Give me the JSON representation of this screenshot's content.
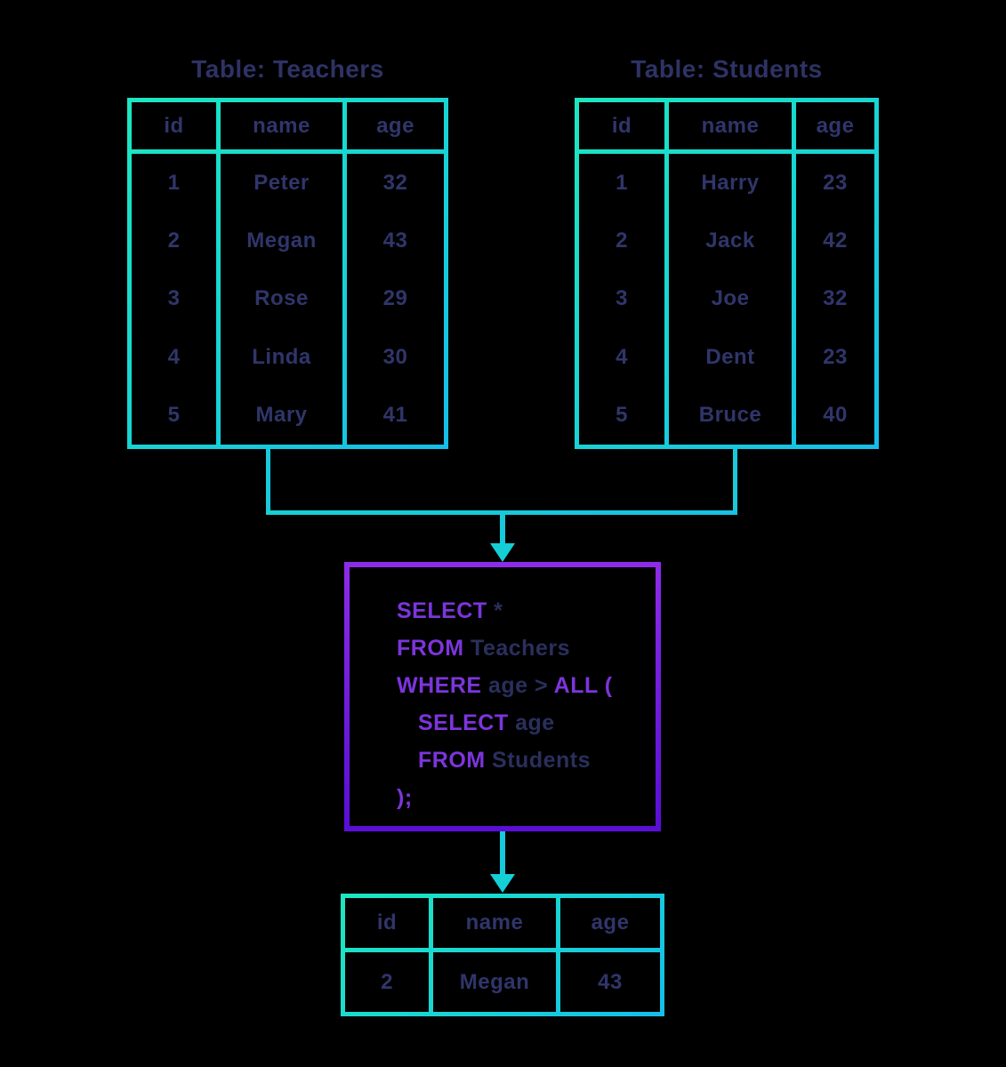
{
  "palette": {
    "background": "#000000",
    "border_teal": "#1BE7C0",
    "border_cyan": "#14BEE9",
    "connector_cyan": "#17C9DC",
    "query_border_purple": "#7B26DF",
    "keyword_purple": "#7C35DC",
    "text_navy": "#30356A"
  },
  "teachers": {
    "title": "Table: Teachers",
    "headers": [
      "id",
      "name",
      "age"
    ],
    "rows": [
      [
        "1",
        "Peter",
        "32"
      ],
      [
        "2",
        "Megan",
        "43"
      ],
      [
        "3",
        "Rose",
        "29"
      ],
      [
        "4",
        "Linda",
        "30"
      ],
      [
        "5",
        "Mary",
        "41"
      ]
    ]
  },
  "students": {
    "title": "Table: Students",
    "headers": [
      "id",
      "name",
      "age"
    ],
    "rows": [
      [
        "1",
        "Harry",
        "23"
      ],
      [
        "2",
        "Jack",
        "42"
      ],
      [
        "3",
        "Joe",
        "32"
      ],
      [
        "4",
        "Dent",
        "23"
      ],
      [
        "5",
        "Bruce",
        "40"
      ]
    ]
  },
  "query": {
    "l1_kw": "SELECT",
    "l1_rest": " *",
    "l2_kw": "FROM",
    "l2_rest": " Teachers",
    "l3_kw": "WHERE",
    "l3_mid": " age > ",
    "l3_kw2": "ALL (",
    "l4_kw": "SELECT",
    "l4_rest": " age",
    "l5_kw": "FROM",
    "l5_rest": " Students",
    "l6_kw": ");"
  },
  "result": {
    "headers": [
      "id",
      "name",
      "age"
    ],
    "rows": [
      [
        "2",
        "Megan",
        "43"
      ]
    ]
  }
}
